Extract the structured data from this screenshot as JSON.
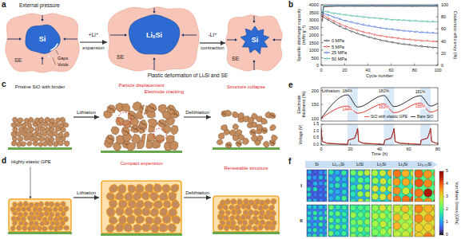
{
  "diagram": {
    "nodes": [
      {
        "text": [
          "SE"
        ]
      },
      {
        "text": [
          "Si"
        ],
        "in": 0
      },
      {
        "text": [
          "SE"
        ]
      },
      {
        "text": [
          "LiₓSi"
        ],
        "in": 2
      },
      {
        "text": [
          "SE"
        ]
      },
      {
        "text": [
          "Si"
        ],
        "in": 4
      },
      {
        "text": [
          "Pristine SiO with binder"
        ]
      },
      {
        "text": [
          "Particle displacement",
          "Electrode cracking"
        ]
      },
      {
        "text": [
          "Structure collapse"
        ]
      },
      {
        "text": [
          "Highly elastic GPE"
        ]
      },
      {
        "text": [
          "Compact expension"
        ]
      },
      {
        "text": [
          "Renewable structure"
        ]
      }
    ],
    "edges": [
      {
        "from": 0,
        "to": 2,
        "arrow": "to"
      },
      {
        "from": 2,
        "to": 4,
        "arrow": "to"
      },
      {
        "from": 6,
        "to": 7,
        "label": "Lithiation",
        "arrow": "to"
      },
      {
        "from": 7,
        "to": 8,
        "label": "Delithiation",
        "arrow": "to"
      },
      {
        "from": 9,
        "to": 10,
        "label": "Lithiation",
        "arrow": "to"
      },
      {
        "from": 10,
        "to": 11,
        "label": "Delithiation",
        "arrow": "to"
      }
    ],
    "labels": [
      "a",
      "External pressure",
      "Gaps",
      "Voids",
      "+Li⁺",
      "expansion",
      "-Li⁺",
      "contraction",
      "Plastic deformation of LiₓSi and SE",
      "b",
      "Specific discharge capacity (mAh g⁻¹)",
      "4000",
      "3500",
      "3000",
      "2500",
      "2000",
      "1500",
      "1000",
      "500",
      "0",
      "Coulombic efficiency (%)",
      "100",
      "80",
      "60",
      "40",
      "20",
      "0",
      "0",
      "20",
      "40",
      "60",
      "80",
      "100",
      "Cycle number",
      "c",
      "d",
      "e",
      "Electrode thickness (%)",
      "200",
      "150",
      "100",
      "Voltage (V)",
      "1.5",
      "1.0",
      "0.5",
      "0.0",
      "0",
      "20",
      "40",
      "60",
      "80",
      "Time (h)",
      "184%",
      "144%",
      "182%",
      "152%",
      "181%",
      "155%",
      "Lithiation",
      "f",
      "Si",
      "Li₀.₅Si",
      "LiSi",
      "Li₂Si",
      "Li₃Si",
      "Li₃.₇₅Si",
      "I",
      "II",
      "5",
      "4",
      "3",
      "2",
      "1",
      "0",
      "Von Mises Stress (GPa)"
    ],
    "legend": [
      {
        "text": "0 MPa"
      },
      {
        "text": "5 MPa"
      },
      {
        "text": "25 MPa"
      },
      {
        "text": "50 MPa"
      },
      {
        "text": "SiO with elastic GPE"
      },
      {
        "text": "Bare SiO"
      }
    ]
  }
}
